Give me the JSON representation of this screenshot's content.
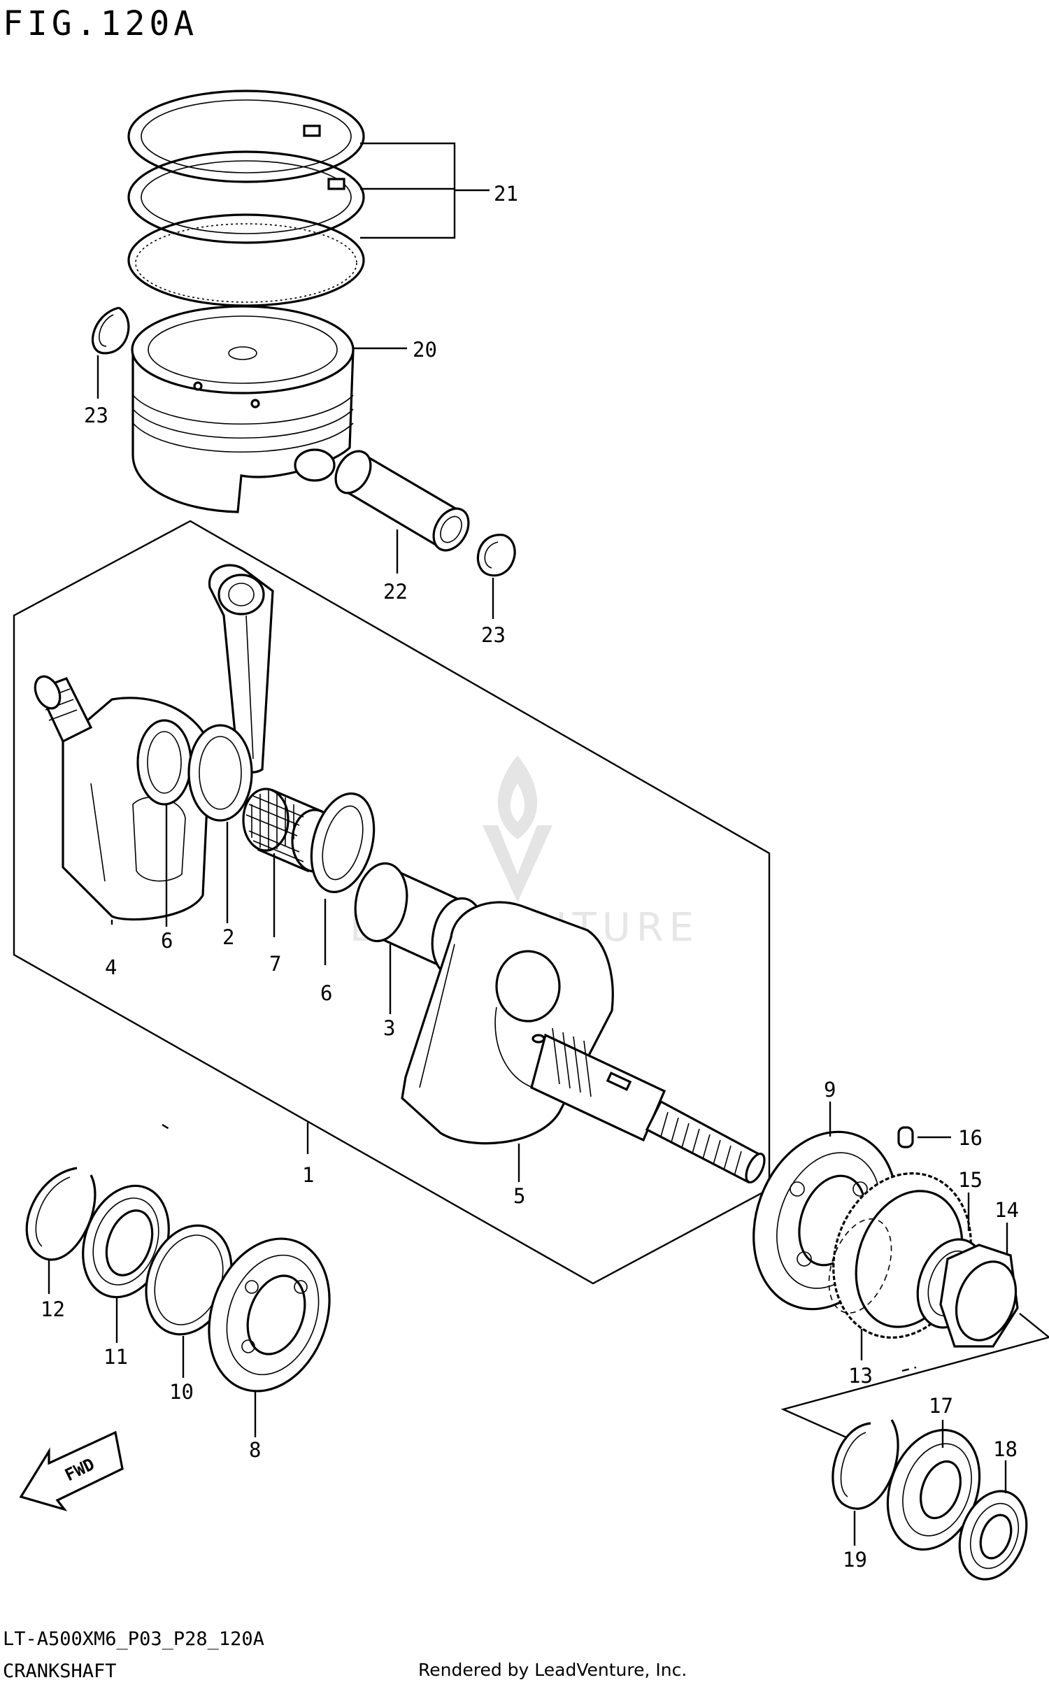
{
  "figure": {
    "title": "FIG.120A",
    "code": "LT-A500XM6_P03_P28_120A",
    "section": "CRANKSHAFT",
    "credit": "Rendered by LeadVenture, Inc.",
    "watermark": "LEADVENTURE",
    "fwd_label": "FWD"
  },
  "callouts": [
    {
      "id": "21",
      "label": "21",
      "part": "piston-ring-set"
    },
    {
      "id": "20",
      "label": "20",
      "part": "piston"
    },
    {
      "id": "23a",
      "label": "23",
      "part": "piston-pin-circlip"
    },
    {
      "id": "22",
      "label": "22",
      "part": "piston-pin"
    },
    {
      "id": "23b",
      "label": "23",
      "part": "piston-pin-circlip"
    },
    {
      "id": "4",
      "label": "4",
      "part": "crank-web-left"
    },
    {
      "id": "6a",
      "label": "6",
      "part": "thrust-washer"
    },
    {
      "id": "2",
      "label": "2",
      "part": "connecting-rod"
    },
    {
      "id": "7",
      "label": "7",
      "part": "needle-bearing"
    },
    {
      "id": "6b",
      "label": "6",
      "part": "thrust-washer"
    },
    {
      "id": "3",
      "label": "3",
      "part": "crank-pin"
    },
    {
      "id": "1",
      "label": "1",
      "part": "crankshaft-assy"
    },
    {
      "id": "5",
      "label": "5",
      "part": "crank-web-right"
    },
    {
      "id": "9",
      "label": "9",
      "part": "main-bearing-right"
    },
    {
      "id": "16",
      "label": "16",
      "part": "key"
    },
    {
      "id": "15",
      "label": "15",
      "part": "spacer"
    },
    {
      "id": "14",
      "label": "14",
      "part": "nut"
    },
    {
      "id": "13",
      "label": "13",
      "part": "balancer-drive-gear"
    },
    {
      "id": "12",
      "label": "12",
      "part": "circlip-left"
    },
    {
      "id": "11",
      "label": "11",
      "part": "oil-seal-left"
    },
    {
      "id": "10",
      "label": "10",
      "part": "shim"
    },
    {
      "id": "8",
      "label": "8",
      "part": "main-bearing-left"
    },
    {
      "id": "17",
      "label": "17",
      "part": "bearing"
    },
    {
      "id": "18",
      "label": "18",
      "part": "oil-seal"
    },
    {
      "id": "19",
      "label": "19",
      "part": "circlip"
    }
  ]
}
